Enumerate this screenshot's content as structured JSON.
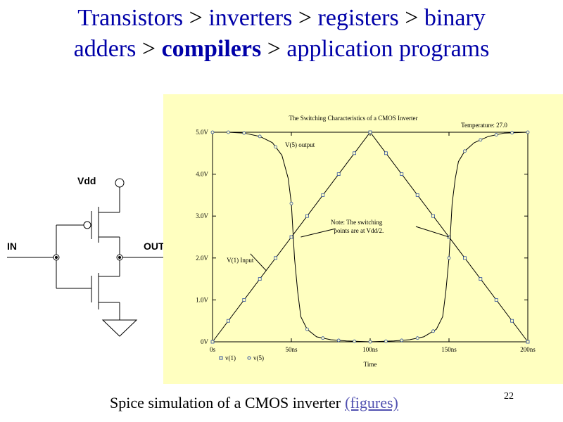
{
  "slide": {
    "title_part1": "Transistors",
    "sep": ">",
    "title_part2": "inverters",
    "title_part3": "registers",
    "title_part4": "binary",
    "title_part5": "adders",
    "title_bold": "compilers",
    "title_part6": "application programs",
    "caption": "Spice simulation of a CMOS inverter",
    "caption_link": "(figures)",
    "slide_number": "22"
  },
  "circuit": {
    "vdd_label": "Vdd",
    "in_label": "IN",
    "out_label": "OUT"
  },
  "chart_data": {
    "type": "line",
    "title": "The Switching Characteristics of a CMOS Inverter",
    "temperature_label": "Temperature: 27.0",
    "xlabel": "Time",
    "xlim": [
      0,
      200
    ],
    "ylim": [
      0,
      5
    ],
    "x_ticks": [
      0,
      50,
      100,
      150,
      200
    ],
    "x_tick_labels": [
      "0s",
      "50ns",
      "100ns",
      "150ns",
      "200ns"
    ],
    "y_ticks": [
      0,
      1,
      2,
      3,
      4,
      5
    ],
    "y_tick_labels": [
      "0V",
      "1.0V",
      "2.0V",
      "3.0V",
      "4.0V",
      "5.0V"
    ],
    "background": "#ffffc0",
    "series": [
      {
        "name": "v(1)",
        "x": [
          0,
          100,
          200
        ],
        "y": [
          0,
          5,
          0
        ]
      },
      {
        "name": "v(5)",
        "x": [
          0,
          10,
          20,
          30,
          38,
          44,
          48,
          50,
          52,
          54,
          56,
          60,
          66,
          75,
          85,
          100,
          115,
          125,
          134,
          142,
          146,
          148,
          150,
          152,
          154,
          156,
          160,
          166,
          175,
          185,
          200
        ],
        "y": [
          5,
          5,
          4.98,
          4.9,
          4.75,
          4.45,
          3.9,
          3.3,
          2.0,
          1.2,
          0.6,
          0.3,
          0.12,
          0.05,
          0.02,
          0.0,
          0.02,
          0.05,
          0.12,
          0.3,
          0.6,
          1.2,
          2.0,
          3.3,
          3.9,
          4.3,
          4.55,
          4.75,
          4.9,
          4.98,
          5
        ]
      }
    ],
    "annotations": [
      {
        "text": "V(5) output",
        "x": 46,
        "y": 4.65
      },
      {
        "text": "V(1) Input",
        "x": 9,
        "y": 1.9
      },
      {
        "text": "Note:  The switching",
        "x": 75,
        "y": 2.8
      },
      {
        "text": "points are at Vdd/2.",
        "x": 77,
        "y": 2.6
      }
    ]
  }
}
